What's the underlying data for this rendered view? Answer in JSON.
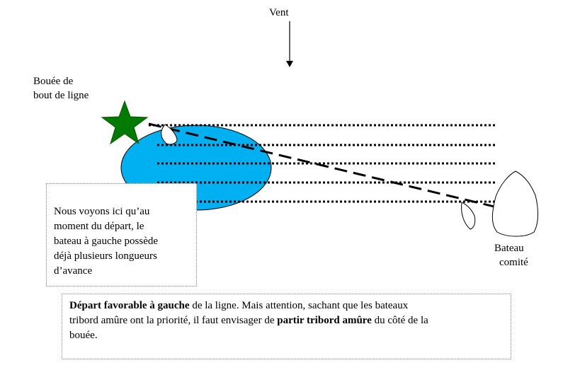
{
  "labels": {
    "wind": "Vent",
    "buoy_line1": "Bouée de",
    "buoy_line2": "bout de ligne",
    "committee_line1": "Bateau",
    "committee_line2": "comité"
  },
  "note_left": {
    "line1": "Nous voyons ici qu’au",
    "line2": "moment du départ, le",
    "line3": "bateau à gauche possède",
    "line4": "déjà plusieurs longueurs",
    "line5": "d’avance"
  },
  "note_bottom": {
    "bold1": "Départ favorable à gauche",
    "text1": " de la ligne. Mais attention, sachant que les bateaux",
    "text2": "tribord amûre ont la priorité, il faut envisager de ",
    "bold2": "partir tribord amûre",
    "text3": " du côté de la",
    "text4": "bouée."
  },
  "colors": {
    "star": "#007a00",
    "zone": "#00b0f0",
    "line": "#000000"
  }
}
